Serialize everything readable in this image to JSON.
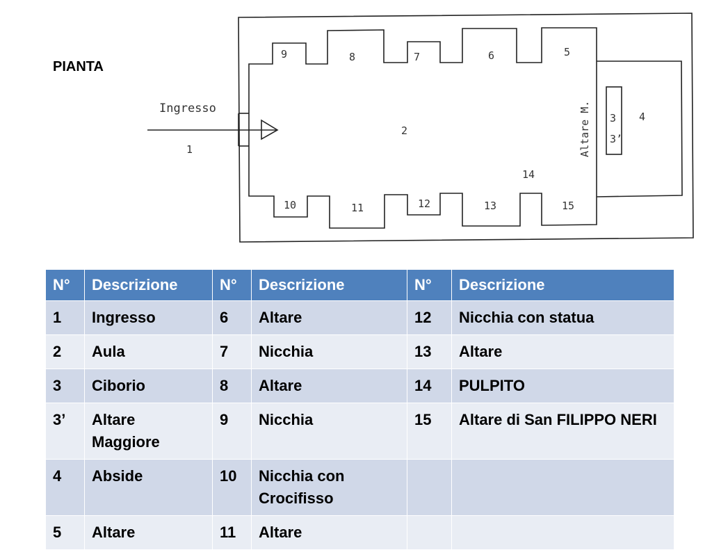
{
  "title": "PIANTA",
  "plan_labels": {
    "ingresso": "Ingresso",
    "n1": "1",
    "n2": "2",
    "n3": "3",
    "n3p": "3’",
    "n4": "4",
    "n5": "5",
    "n6": "6",
    "n7": "7",
    "n8": "8",
    "n9": "9",
    "n10": "10",
    "n11": "11",
    "n12": "12",
    "n13": "13",
    "n14": "14",
    "n15": "15",
    "altare_m": "Altare M."
  },
  "table": {
    "headers": [
      "N°",
      "Descrizione",
      "N°",
      "Descrizione",
      "N°",
      "Descrizione"
    ],
    "rows": [
      [
        "1",
        "Ingresso",
        "6",
        "Altare",
        "12",
        "Nicchia con statua"
      ],
      [
        "2",
        "Aula",
        "7",
        "Nicchia",
        "13",
        "Altare"
      ],
      [
        "3",
        "Ciborio",
        "8",
        "Altare",
        "14",
        "PULPITO"
      ],
      [
        "3’",
        "Altare Maggiore",
        "9",
        "Nicchia",
        "15",
        "Altare di San FILIPPO NERI"
      ],
      [
        "4",
        "Abside",
        "10",
        "Nicchia con Crocifisso",
        "",
        ""
      ],
      [
        "5",
        "Altare",
        "11",
        "Altare",
        "",
        ""
      ]
    ]
  }
}
